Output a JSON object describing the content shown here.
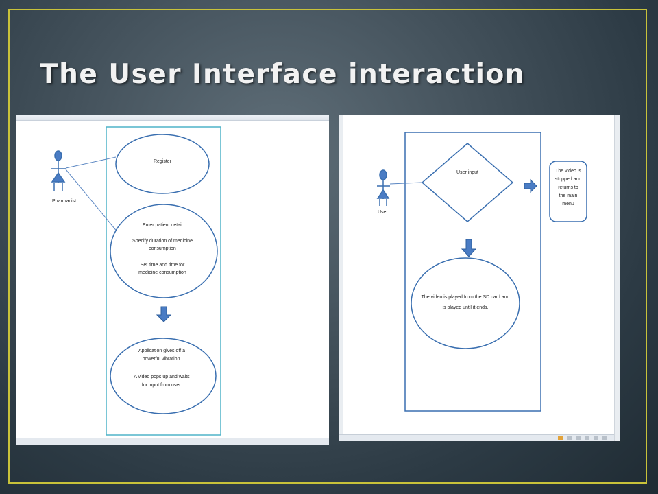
{
  "slide": {
    "title": "The User Interface interaction"
  },
  "left_diagram": {
    "actor_label": "Pharmacist",
    "register_label": "Register",
    "enter_details_lines": [
      "Enter patient detail",
      "Specify duration of medicine",
      "consumption",
      "Set time and time for",
      "medicine consumption"
    ],
    "notify_lines": [
      "Application  gives off a",
      "powerful vibration.",
      "A video pops  up and waits",
      "for input  from user."
    ],
    "system_boundary_color": "#4fb3c9",
    "shape_color": "#3a6fb0"
  },
  "right_diagram": {
    "actor_label": "User",
    "decision_label": "User input",
    "outcome_lines": [
      "The video is",
      "stopped and",
      "returns to",
      "the main",
      "menu"
    ],
    "play_lines": [
      "The video is played from the SD card and",
      "is played until it ends."
    ],
    "shape_color": "#3a6fb0",
    "arrow_color": "#4a7cc4"
  },
  "colors": {
    "slide_border": "#c8c23a",
    "title_text": "#f2f2f2"
  }
}
